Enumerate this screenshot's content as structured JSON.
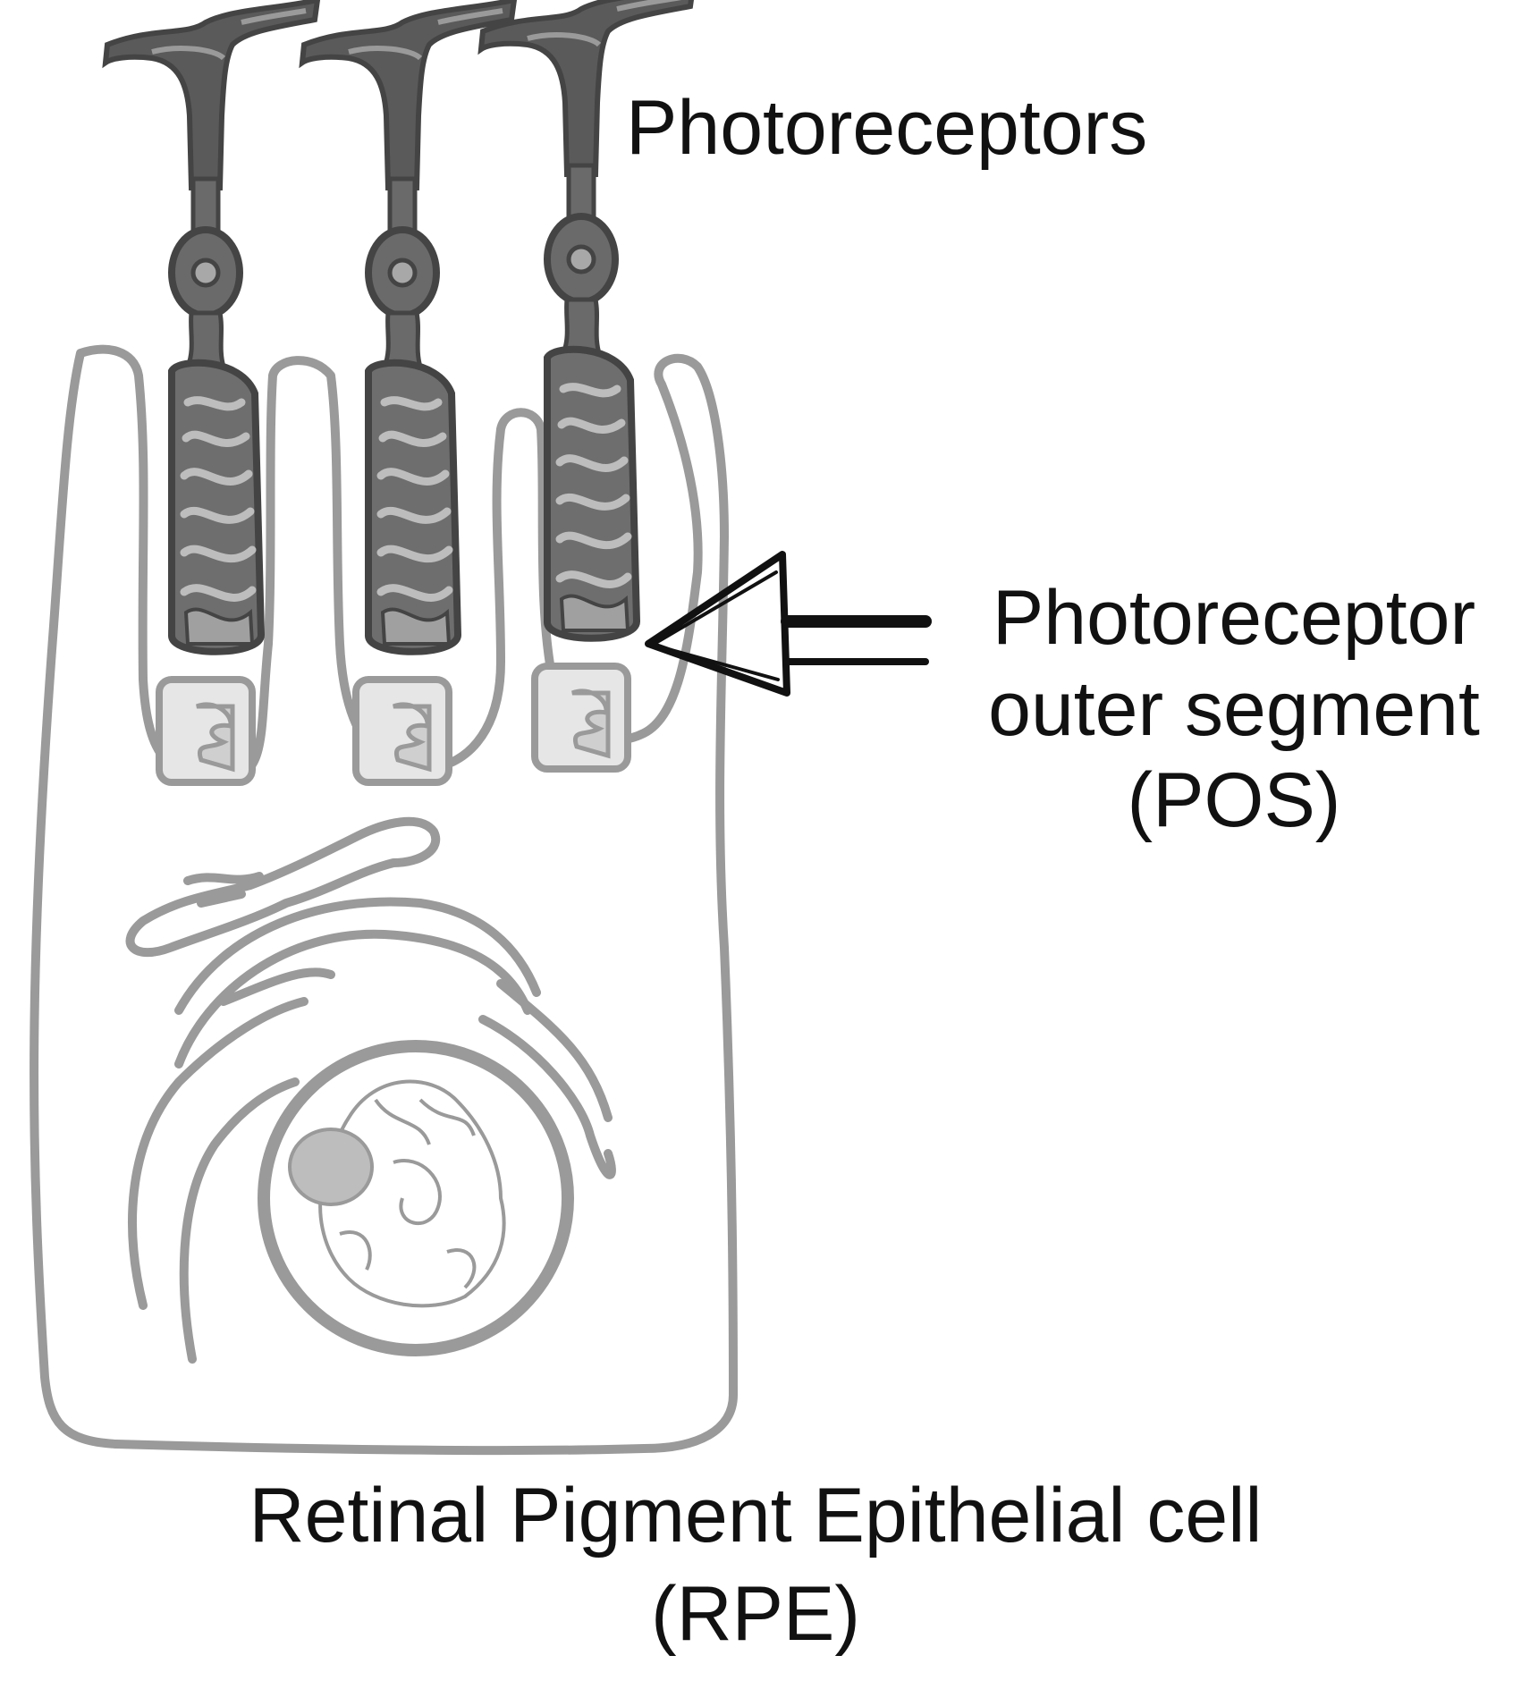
{
  "labels": {
    "photoreceptors": "Photoreceptors",
    "pos_line1": "Photoreceptor",
    "pos_line2": "outer segment",
    "pos_line3": "(POS)",
    "rpe_line1": "Retinal Pigment Epithelial cell",
    "rpe_line2": "(RPE)"
  },
  "colors": {
    "photoreceptor_dark": "#555555",
    "photoreceptor_mid": "#8c8c8c",
    "cell_outline": "#9a9a9a",
    "organelle_light": "#c8c8c8",
    "arrow": "#111111",
    "text": "#111111"
  }
}
